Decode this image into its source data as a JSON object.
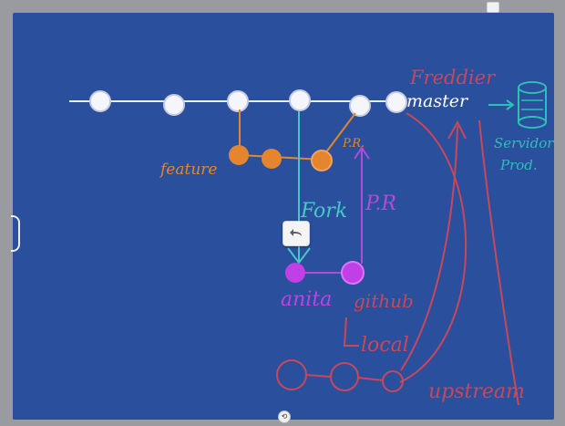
{
  "labels": {
    "feature": "feature",
    "freddie": "Freddier",
    "master": "master",
    "pr_small": "P.R.",
    "fork": "Fork",
    "pr_big": "P.R",
    "anita": "anita",
    "github": "github",
    "local": "local",
    "upstream": "upstream",
    "servidor": "Servidor",
    "prod": "Prod."
  },
  "icons": {
    "undo": "undo-arrow-icon",
    "toggle": "refresh-icon",
    "top": "window-icon"
  },
  "colors": {
    "board": "#2a4f9c",
    "master_line": "#e9eefc",
    "feature": "#e5862f",
    "fork": "#46c7c8",
    "purple": "#b24bd6",
    "red": "#c9475b",
    "server": "#2fbfb7"
  },
  "bottom_toggle": "⟲"
}
